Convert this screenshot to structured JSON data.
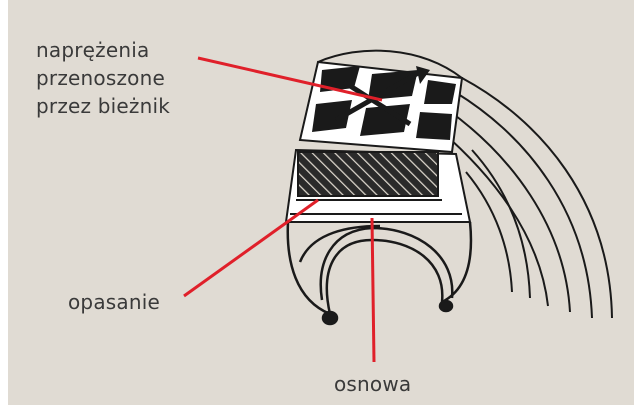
{
  "labels": {
    "tread_stress": [
      "naprężenia",
      "przenoszone",
      "przez bieżnik"
    ],
    "belt": "opasanie",
    "casing": "osnowa"
  },
  "colors": {
    "background": "#e0dbd3",
    "leader_line": "#e0202a",
    "ink": "#1a1a1a"
  }
}
